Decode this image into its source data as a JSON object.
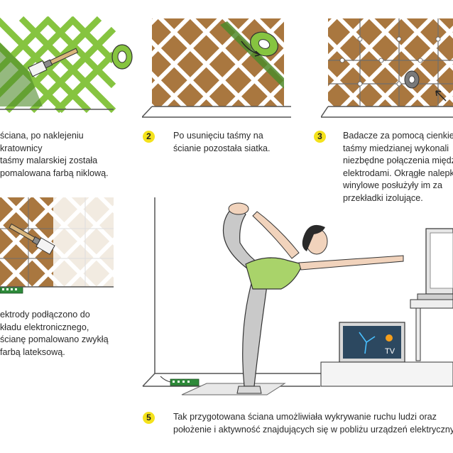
{
  "steps": [
    {
      "number": "",
      "lines": [
        "ściana, po naklejeniu",
        "kratownicy",
        "taśmy malarskiej została",
        "pomalowana farbą niklową."
      ]
    },
    {
      "number": "2",
      "lines": [
        "Po usunięciu taśmy na",
        "ścianie pozostała siatka."
      ]
    },
    {
      "number": "3",
      "lines": [
        "Badacze za pomocą cienkiej",
        "taśmy miedzianej wykonali",
        "niezbędne połączenia międz",
        "elektrodami. Okrągłe nalepk",
        "winylowe posłużyły im za",
        "przekładki izolujące."
      ]
    },
    {
      "number": "",
      "lines": [
        "ektrody podłączono do",
        "kładu elektronicznego,",
        "ścianę pomalowano zwykłą",
        "farbą lateksową."
      ]
    },
    {
      "number": "5",
      "lines": [
        "Tak przygotowana ściana umożliwiała wykrywanie ruchu ludzi oraz",
        "położenie i aktywność znajdujących się w pobliżu urządzeń elektryczny"
      ]
    }
  ],
  "laptop_label": "TV",
  "colors": {
    "brown": "#a9773f",
    "green": "#86c440",
    "dark_green": "#4f8a2a",
    "yellow": "#f4e21c",
    "gray_line": "#555555"
  }
}
